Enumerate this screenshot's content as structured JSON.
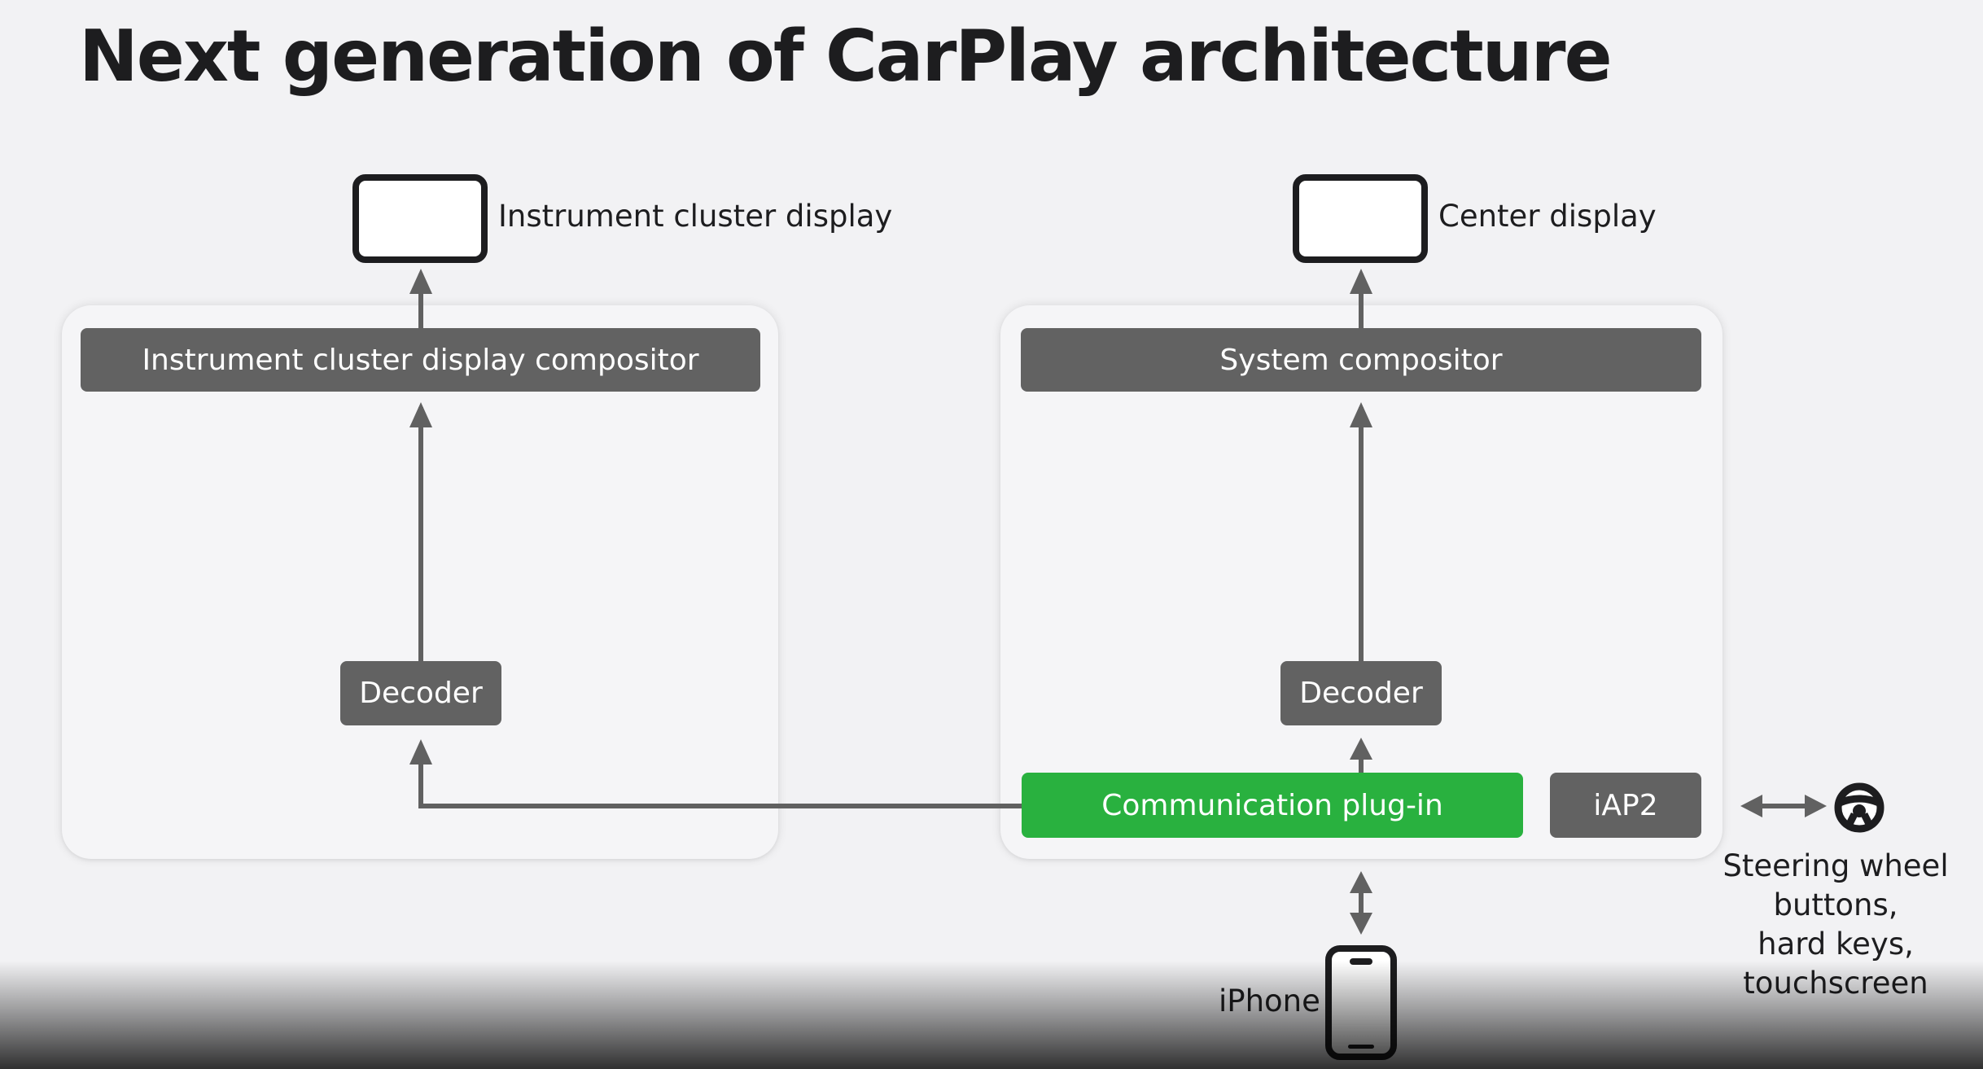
{
  "title": "Next generation of CarPlay architecture",
  "displays": {
    "instrument_cluster": "Instrument cluster display",
    "center": "Center display"
  },
  "left_panel": {
    "compositor": "Instrument cluster display compositor",
    "decoder": "Decoder"
  },
  "right_panel": {
    "compositor": "System compositor",
    "decoder": "Decoder",
    "communication_plugin": "Communication plug-in",
    "iap2": "iAP2"
  },
  "inputs": {
    "steering_line1": "Steering wheel",
    "steering_line2": "buttons,",
    "steering_line3": "hard keys,",
    "steering_line4": "touchscreen"
  },
  "device": {
    "iphone": "iPhone"
  },
  "colors": {
    "box_gray": "#626262",
    "plugin_green": "#29b13f",
    "arrow_gray": "#616161",
    "panel_bg": "#f5f5f7",
    "page_bg": "#f2f2f4"
  },
  "icons": [
    "display-icon",
    "steering-wheel-icon",
    "iphone-icon"
  ]
}
